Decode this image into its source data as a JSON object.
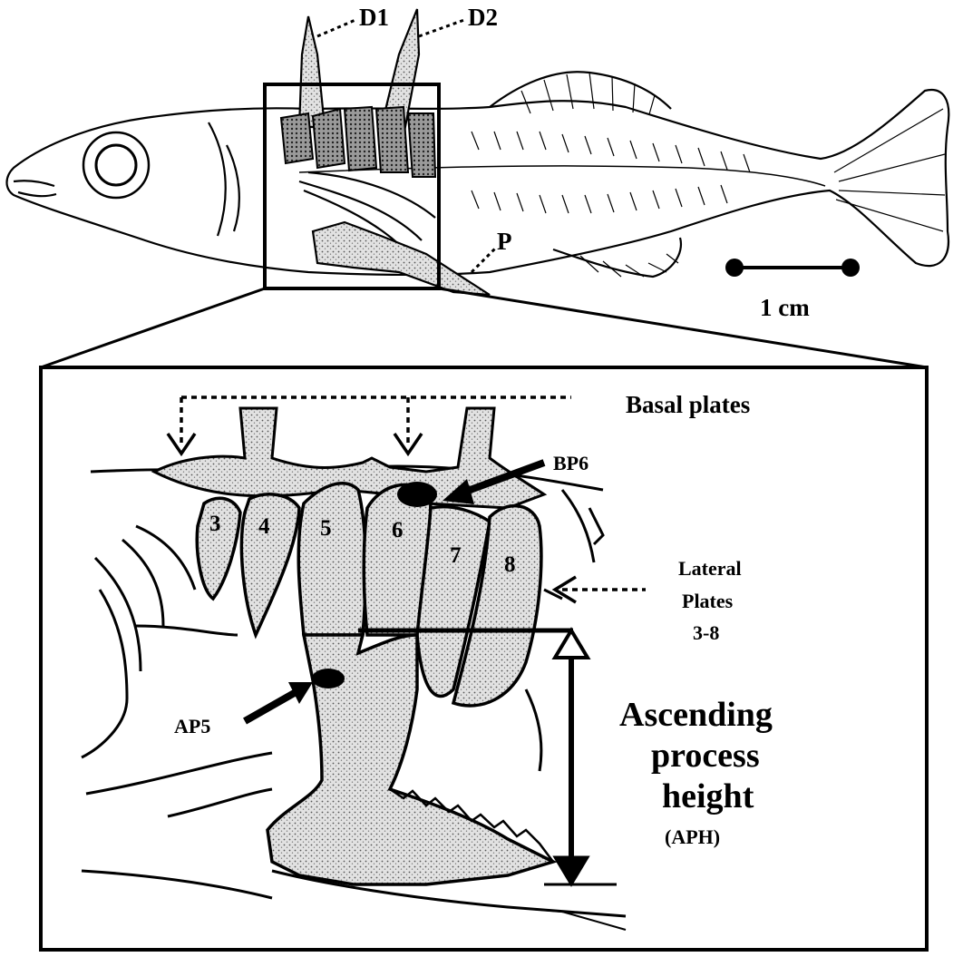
{
  "labels": {
    "d1": "D1",
    "d2": "D2",
    "p": "P",
    "scale": "1 cm",
    "basal_plates": "Basal plates",
    "bp6": "BP6",
    "lateral_line1": "Lateral",
    "lateral_line2": "Plates",
    "lateral_line3": "3-8",
    "ap5": "AP5",
    "aph_line1": "Ascending",
    "aph_line2": "process",
    "aph_line3": "height",
    "aph_abbrev": "(APH)"
  },
  "plate_numbers": [
    "3",
    "4",
    "5",
    "6",
    "7",
    "8"
  ],
  "colors": {
    "ink": "#000000",
    "paper": "#ffffff",
    "stipple": "#cfcfcf"
  }
}
